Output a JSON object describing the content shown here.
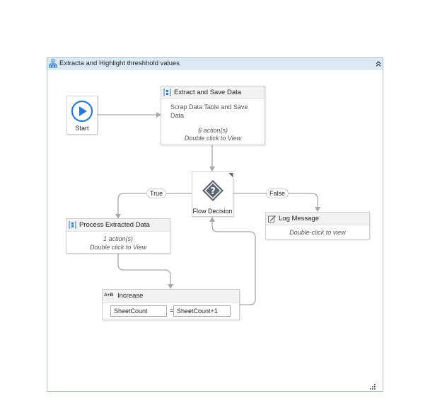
{
  "container": {
    "title": "Extracta and Highlight threshhold values"
  },
  "start": {
    "label": "Start"
  },
  "extract_node": {
    "title": "Extract and Save Data",
    "description": "Scrap Data Table and Save Data",
    "actions": "6 action(s)",
    "hint": "Double click to View"
  },
  "decision": {
    "label": "Flow Decision"
  },
  "branches": {
    "true_label": "True",
    "false_label": "False"
  },
  "log_node": {
    "title": "Log Message",
    "hint": "Double-click to view"
  },
  "process_node": {
    "title": "Process Extracted Data",
    "actions": "1 action(s)",
    "hint": "Double click to View"
  },
  "assign_node": {
    "title": "Increase",
    "icon_text": "A+B",
    "to": "SheetCount",
    "operator": "=",
    "value": "SheetCount+1"
  },
  "colors": {
    "accent": "#2b7bd4",
    "header": "#dce8f4",
    "border": "#a9c4e0",
    "wire": "#a8a8a8",
    "decision": "#5a6670"
  }
}
